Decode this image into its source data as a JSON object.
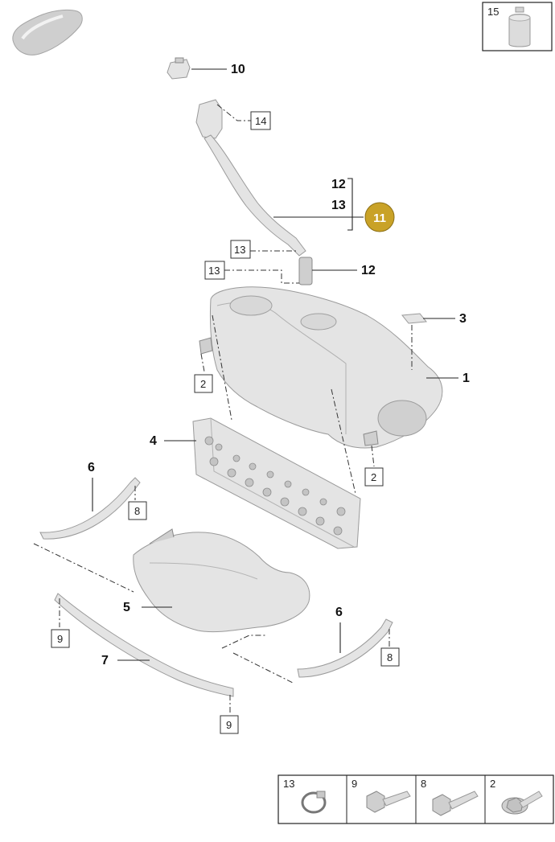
{
  "callouts": {
    "c1": "1",
    "c3": "3",
    "c4": "4",
    "c5": "5",
    "c6a": "6",
    "c6b": "6",
    "c7": "7",
    "c10": "10",
    "c11": "11",
    "c12a": "12",
    "c12b": "12",
    "c13": "13"
  },
  "ref_boxes": {
    "r14": "14",
    "r13a": "13",
    "r13b": "13",
    "r2a": "2",
    "r2b": "2",
    "r8a": "8",
    "r8b": "8",
    "r9a": "9",
    "r9b": "9"
  },
  "inset_top": {
    "label": "15"
  },
  "inset_bottom": {
    "cells": [
      {
        "label": "13",
        "icon": "hose-clamp-icon"
      },
      {
        "label": "9",
        "icon": "flange-bolt-icon"
      },
      {
        "label": "8",
        "icon": "flange-bolt-icon"
      },
      {
        "label": "2",
        "icon": "flange-bolt-icon"
      }
    ]
  },
  "colors": {
    "highlight_callout": "#c9a227",
    "part_fill": "#e4e4e4",
    "line": "#222222"
  }
}
